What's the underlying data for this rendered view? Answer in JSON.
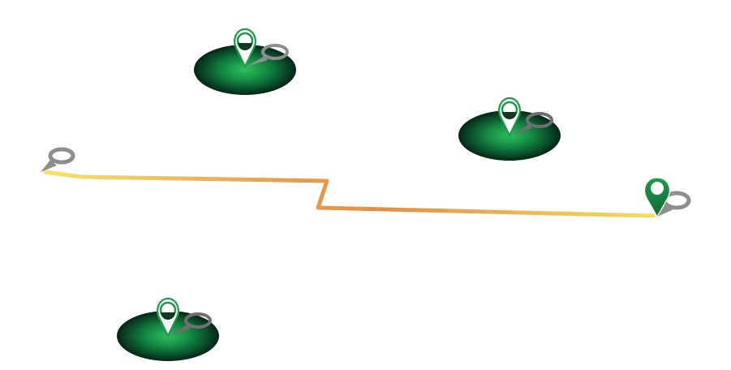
{
  "colors": {
    "background": "#ffffff",
    "route_start": "#f3df5f",
    "route_mid": "#e89b4c",
    "route_end": "#f3df5f",
    "marker_green": "#1e9a4a",
    "marker_green_dark": "#126f35",
    "marker_shadow": "#8e8e8e",
    "glow_center": "#2fbf5b",
    "glow_mid": "#0f6c38",
    "glow_edge": "#062416",
    "route_start_marker": "#8c8c8c",
    "route_end_marker": "#1a7a3f"
  },
  "icons": {
    "location": "map-pin-icon",
    "location_shadow": "map-pin-shadow-icon",
    "start": "route-start-pin-icon",
    "end": "route-end-pin-icon"
  },
  "markers": [
    {
      "id": "location-a"
    },
    {
      "id": "location-b"
    },
    {
      "id": "location-c"
    }
  ],
  "route": {
    "id": "route-path"
  }
}
